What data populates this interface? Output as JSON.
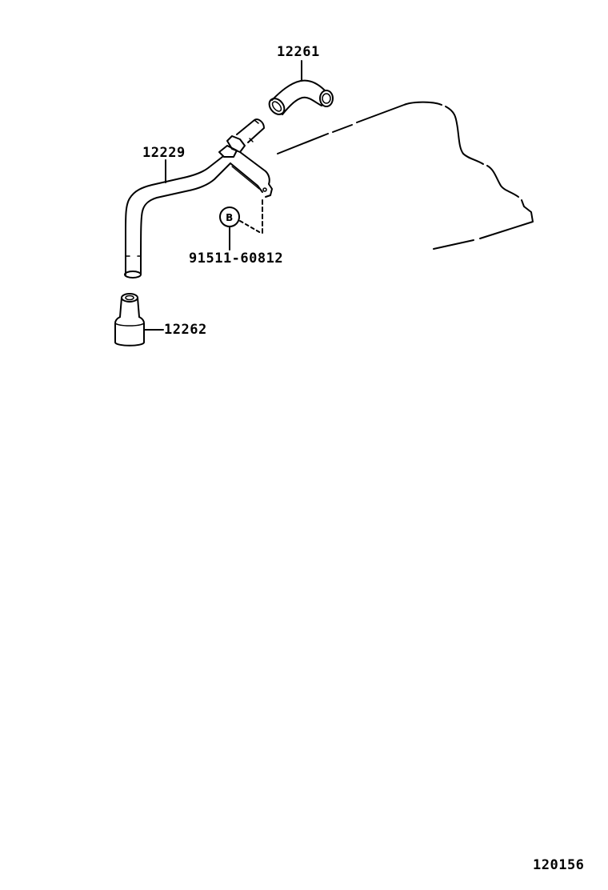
{
  "diagram": {
    "type": "exploded parts illustration",
    "line_color": "#000000",
    "background": "#ffffff"
  },
  "parts": [
    {
      "id": "hose_elbow",
      "part_number": "12261",
      "description_shape": "bent rubber hose elbow"
    },
    {
      "id": "ventilation_pipe",
      "part_number": "12229",
      "description_shape": "bent ventilation pipe with bracket"
    },
    {
      "id": "bolt",
      "part_number": "91511-60812",
      "callout_letter": "B"
    },
    {
      "id": "hose_straight",
      "part_number": "12262",
      "description_shape": "straight rubber hose"
    }
  ],
  "labels": {
    "p12261": "12261",
    "p12229": "12229",
    "p91511": "91511-60812",
    "p12262": "12262",
    "callout_b": "B",
    "figure_number": "120156"
  }
}
